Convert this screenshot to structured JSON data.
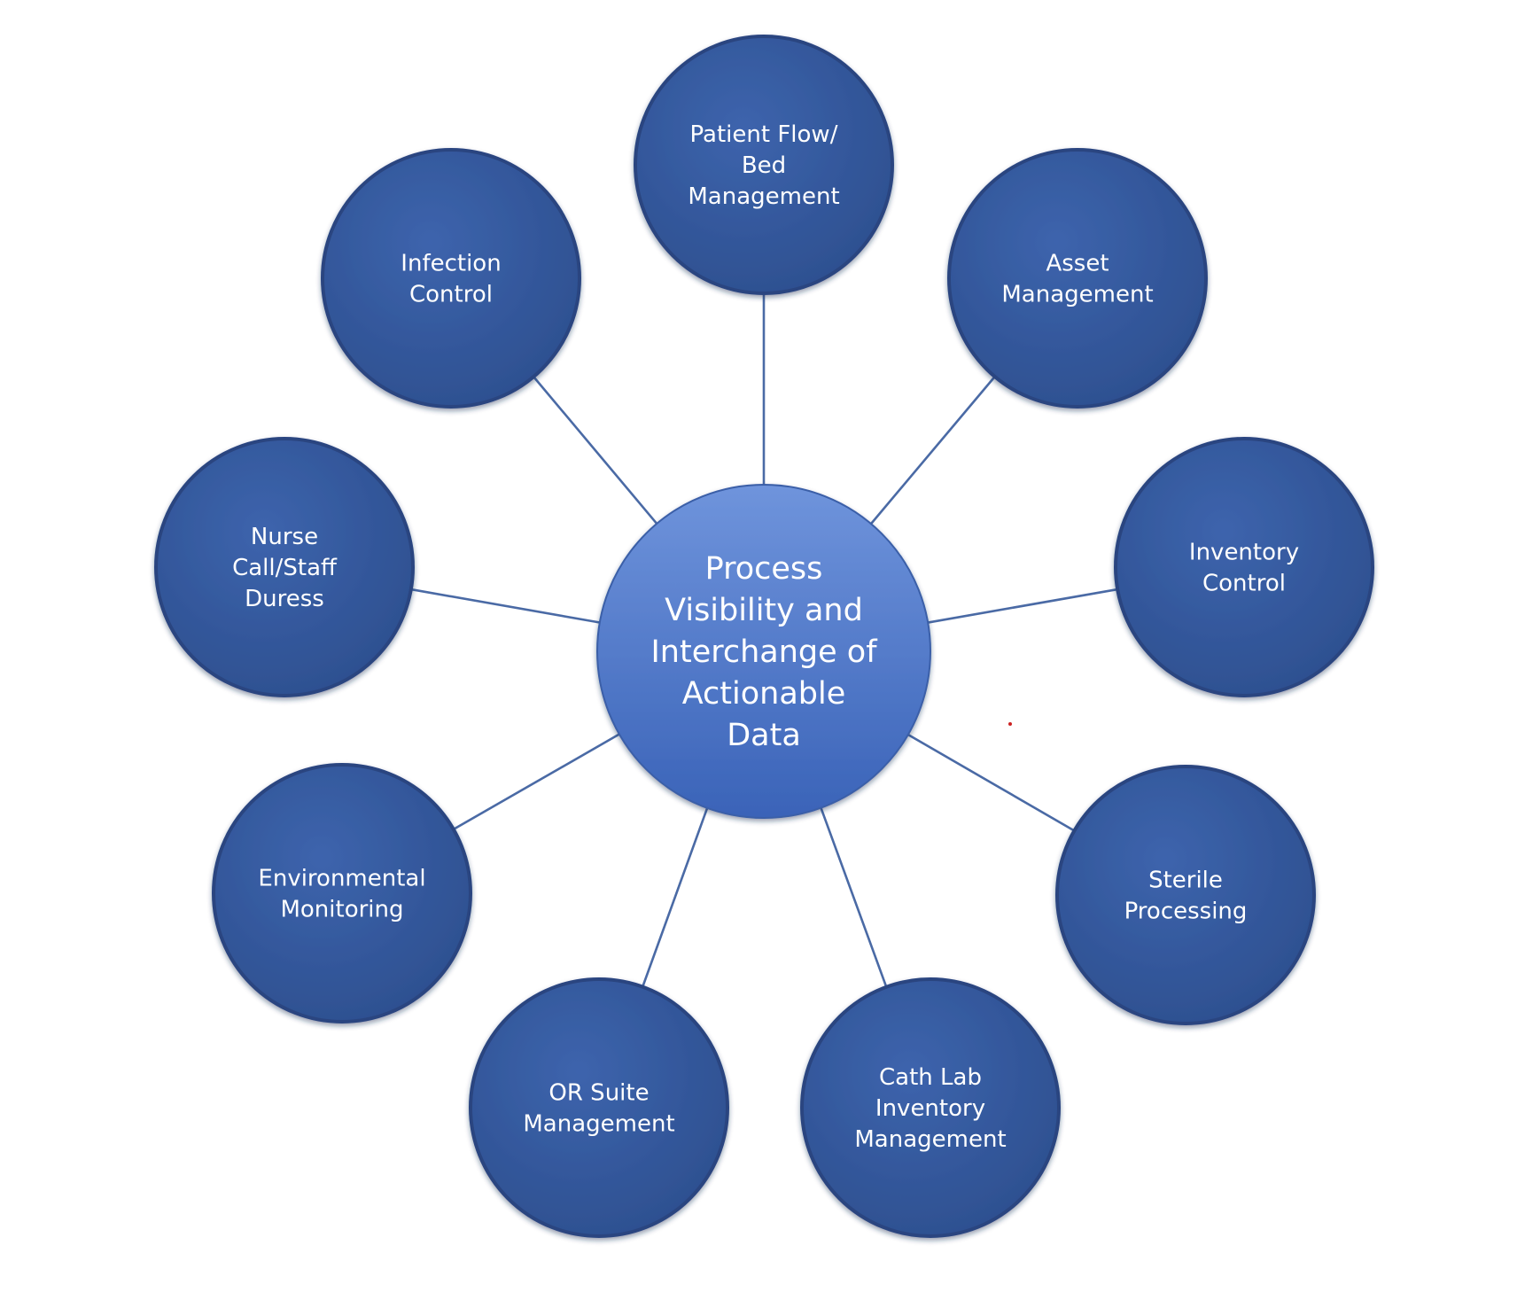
{
  "colors": {
    "node_fill_top": "#3d64ad",
    "node_fill_bottom": "#2d4f8f",
    "node_rim": "#2a4580",
    "center_fill_top": "#6f94dc",
    "center_fill_bottom": "#3a63b8",
    "connector": "#4a6aa5",
    "text": "#ffffff",
    "background": "#ffffff"
  },
  "hub": {
    "lines": [
      "Process",
      "Visibility and",
      "Interchange of",
      "Actionable",
      "Data"
    ]
  },
  "nodes": [
    {
      "id": "patient-flow-bed-management",
      "lines": [
        "Patient Flow/",
        "Bed",
        "Management"
      ]
    },
    {
      "id": "asset-management",
      "lines": [
        "Asset",
        "Management"
      ]
    },
    {
      "id": "inventory-control",
      "lines": [
        "Inventory",
        "Control"
      ]
    },
    {
      "id": "sterile-processing",
      "lines": [
        "Sterile",
        "Processing"
      ]
    },
    {
      "id": "cath-lab-inventory-management",
      "lines": [
        "Cath Lab",
        "Inventory",
        "Management"
      ]
    },
    {
      "id": "or-suite-management",
      "lines": [
        "OR Suite",
        "Management"
      ]
    },
    {
      "id": "environmental-monitoring",
      "lines": [
        "Environmental",
        "Monitoring"
      ]
    },
    {
      "id": "nurse-call-staff-duress",
      "lines": [
        "Nurse",
        "Call/Staff",
        "Duress"
      ]
    },
    {
      "id": "infection-control",
      "lines": [
        "Infection",
        "Control"
      ]
    }
  ]
}
